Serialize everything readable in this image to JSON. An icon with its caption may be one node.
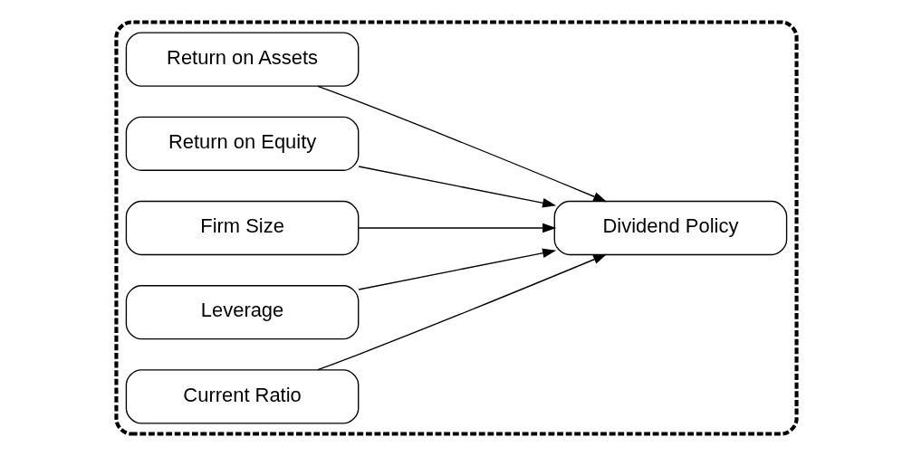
{
  "diagram": {
    "nodes": [
      {
        "text": [],
        "shape": "box"
      },
      {
        "text": [
          "Return on Assets"
        ],
        "in": 0
      },
      {
        "text": [
          "Return on Equity"
        ],
        "in": 0
      },
      {
        "text": [
          "Firm Size"
        ],
        "in": 0
      },
      {
        "text": [
          "Leverage"
        ],
        "in": 0
      },
      {
        "text": [
          "Current Ratio"
        ],
        "in": 0
      },
      {
        "text": [
          "Dividend Policy"
        ],
        "in": 0
      }
    ],
    "edges": [
      {
        "from": 1,
        "to": 6,
        "arrow": "to"
      },
      {
        "from": 2,
        "to": 6,
        "arrow": "to"
      },
      {
        "from": 3,
        "to": 6,
        "arrow": "to"
      },
      {
        "from": 4,
        "to": 6,
        "arrow": "to"
      },
      {
        "from": 5,
        "to": 6,
        "arrow": "to"
      }
    ]
  }
}
